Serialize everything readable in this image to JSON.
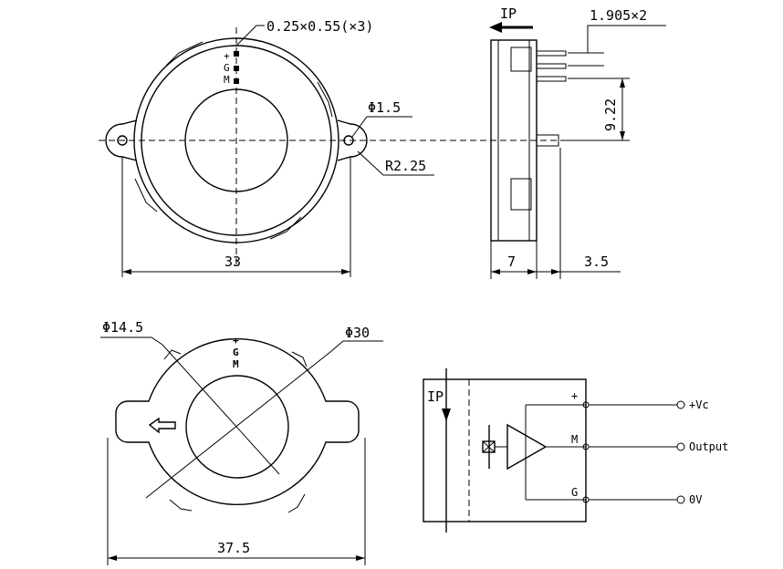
{
  "top_view": {
    "pin_dims": "0.25×0.55(×3)",
    "pin_label_plus": "+",
    "pin_label_g": "G",
    "pin_label_m": "M",
    "hole_dia": "Φ1.5",
    "radius": "R2.25",
    "width": "33"
  },
  "side_view": {
    "ip_label": "IP",
    "pitch": "1.905×2",
    "height": "9.22",
    "thickness": "7",
    "offset": "3.5"
  },
  "bottom_view": {
    "inner_dia": "Φ14.5",
    "outer_dia": "Φ30",
    "width": "37.5",
    "pin_label_plus": "+",
    "pin_label_g": "G",
    "pin_label_m": "M"
  },
  "schematic": {
    "ip_label": "IP",
    "pin_plus": "+",
    "pin_m": "M",
    "pin_g": "G",
    "out_vc": "+Vc",
    "out_output": "Output",
    "out_0v": "0V"
  }
}
